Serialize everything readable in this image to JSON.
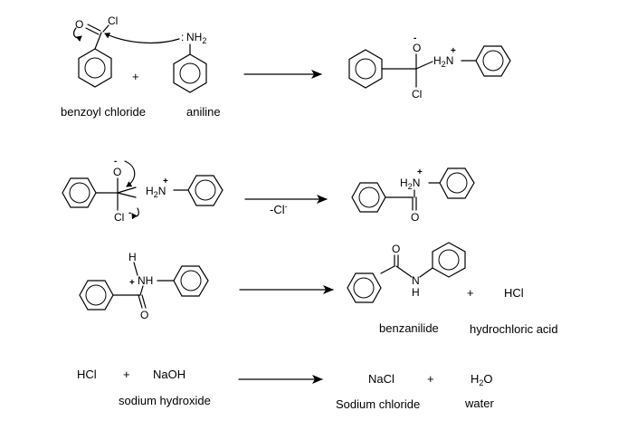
{
  "step1": {
    "benzoyl_chloride_label": "benzoyl chloride",
    "aniline_label": "aniline",
    "plus": "+",
    "atom_o": "O",
    "atom_cl": "Cl",
    "nh2_main": "NH",
    "nh2_sub": "2",
    "lone_pair": ":",
    "product_o": "O",
    "product_minus": "-",
    "product_h2n_h": "H",
    "product_h2n_sub": "2",
    "product_h2n_n": "N",
    "product_plus": "+",
    "product_cl": "Cl"
  },
  "step2": {
    "reactant_o": "O",
    "reactant_minus": "-",
    "reactant_h": "H",
    "reactant_sub": "2",
    "reactant_n": "N",
    "reactant_plus": "+",
    "reactant_cl": "Cl",
    "arrow_label_main": "-Cl",
    "arrow_label_sup": "-",
    "product_h": "H",
    "product_sub": "2",
    "product_n": "N",
    "product_plus": "+",
    "product_o": "O"
  },
  "step3": {
    "reactant_h": "H",
    "reactant_plus": "+",
    "reactant_nh": "NH",
    "reactant_o": "O",
    "product_o": "O",
    "product_n": "N",
    "product_h": "H",
    "benzanilide_label": "benzanilide",
    "plus": "+",
    "hcl": "HCl",
    "hydrochloric_acid_label": "hydrochloric acid"
  },
  "step4": {
    "hcl": "HCl",
    "plus1": "+",
    "naoh": "NaOH",
    "sodium_hydroxide_label": "sodium hydroxide",
    "nacl": "NaCl",
    "plus2": "+",
    "water_h": "H",
    "water_sub": "2",
    "water_o": "O",
    "sodium_chloride_label": "Sodium chloride",
    "water_label": "water"
  }
}
